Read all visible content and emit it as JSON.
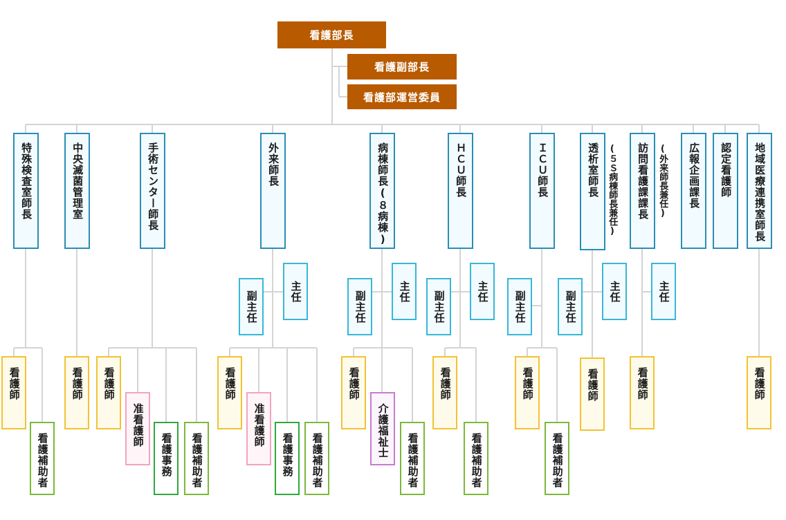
{
  "top": {
    "director": "看護部長",
    "deputy": "看護副部長",
    "committee": "看護部運営委員"
  },
  "heads": {
    "special_exam": "特殊検査室師長",
    "sterile": "中央滅菌管理室",
    "surgery": "手術センター師長",
    "outpatient": "外来師長",
    "ward": "病棟師長(８病棟)",
    "hcu": "ＨＣＵ師長",
    "icu": "ＩＣＵ師長",
    "dialysis": "透析室師長",
    "visiting": "訪問看護課課長",
    "pr": "広報企画課長",
    "certified": "認定看護師",
    "regional": "地域医療連携室師長"
  },
  "notes": {
    "dialysis": "(５Ｓ病棟師長兼任)",
    "visiting": "(外来師長兼任)"
  },
  "roles": {
    "chief": "主任",
    "vice_chief": "副主任",
    "nurse": "看護師",
    "aide": "看護補助者",
    "assoc_nurse": "准看護師",
    "clerk": "看護事務",
    "care_worker": "介護福祉士"
  },
  "colors": {
    "top_fill": "#b85a00",
    "head_border": "#2a8db5",
    "nurse_border": "#f2c232",
    "aide_border": "#7cb83a",
    "clerk_border": "#2fa83c",
    "assoc_border": "#f2a3c2",
    "care_border": "#c77cd0",
    "line": "#d4d4d4"
  }
}
